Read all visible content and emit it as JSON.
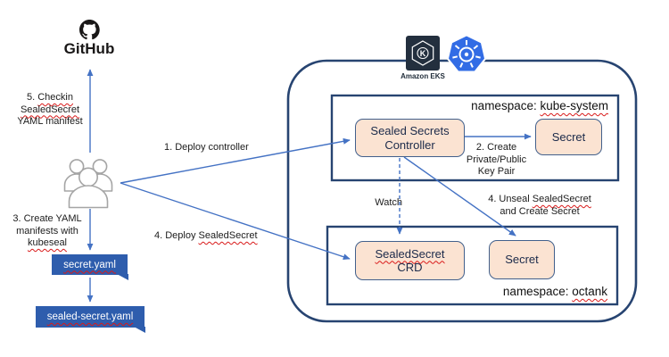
{
  "icons": {
    "github_icon": "octocat-mark",
    "users_icon": "people-group-outline",
    "eks_icon": "amazon-eks-hexagon-k",
    "kubernetes_icon": "kubernetes-helm-wheel"
  },
  "colors": {
    "arrow_blue": "#4472c4",
    "border_navy": "#274471",
    "node_fill": "#fbe3d2",
    "node_border": "#42608c",
    "file_blue": "#2e5dad",
    "squiggle_red": "#d91a1a",
    "kubernetes_blue": "#326ce5",
    "eks_dark": "#232f3e"
  },
  "github": {
    "label": "GitHub"
  },
  "eks": {
    "label": "Amazon EKS",
    "letter": "K"
  },
  "steps": {
    "deploy_controller": "1. Deploy controller",
    "create_keypair_l1": "2. Create",
    "create_keypair_l2": "Private/Public",
    "create_keypair_l3": "Key Pair",
    "create_yaml_l1": "3. Create YAML",
    "create_yaml_l2": "manifests with",
    "create_yaml_l3": "kubeseal",
    "deploy_sealed_prefix": "4. Deploy ",
    "deploy_sealed_word": "SealedSecret",
    "unseal_prefix": "4. Unseal ",
    "unseal_word": "SealedSecret",
    "unseal_l2": "and Create Secret",
    "checkin_num": "5. ",
    "checkin_word": "Checkin",
    "checkin_l2": "SealedSecret",
    "checkin_l3": "YAML manifest",
    "watch": "Watch"
  },
  "files": {
    "secret": "secret.yaml",
    "sealed": "sealed-secret.yaml"
  },
  "namespaces": {
    "kube_prefix": "namespace: ",
    "kube_name": "kube-system",
    "octank_prefix": "namespace: ",
    "octank_name": "octank"
  },
  "nodes": {
    "controller_l1": "Sealed Secrets",
    "controller_l2": "Controller",
    "secret_kube": "Secret",
    "crd_l1": "SealedSecret",
    "crd_l2": "CRD",
    "secret_octank": "Secret"
  }
}
